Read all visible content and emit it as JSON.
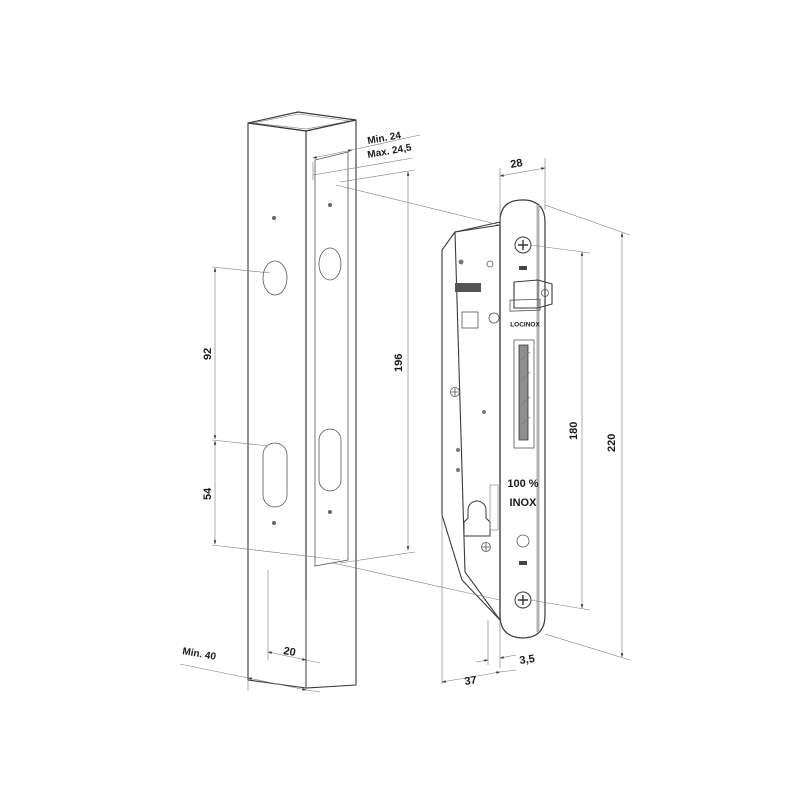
{
  "dimensions": {
    "min_24": "Min. 24",
    "max_24_5": "Max. 24,5",
    "d28": "28",
    "d92": "92",
    "d196": "196",
    "d180": "180",
    "d220": "220",
    "d54": "54",
    "d20": "20",
    "min_40": "Min. 40",
    "d3_5": "3,5",
    "d37": "37"
  },
  "lock_marks": {
    "brand": "LOCINOX",
    "material_line1": "100 %",
    "material_line2": "INOX"
  },
  "colors": {
    "line": "#3a3a3a",
    "text": "#1a1a1a",
    "metal_light": "#e8e8e8",
    "metal_mid": "#cfcfcf",
    "metal_dark": "#9a9a9a"
  }
}
